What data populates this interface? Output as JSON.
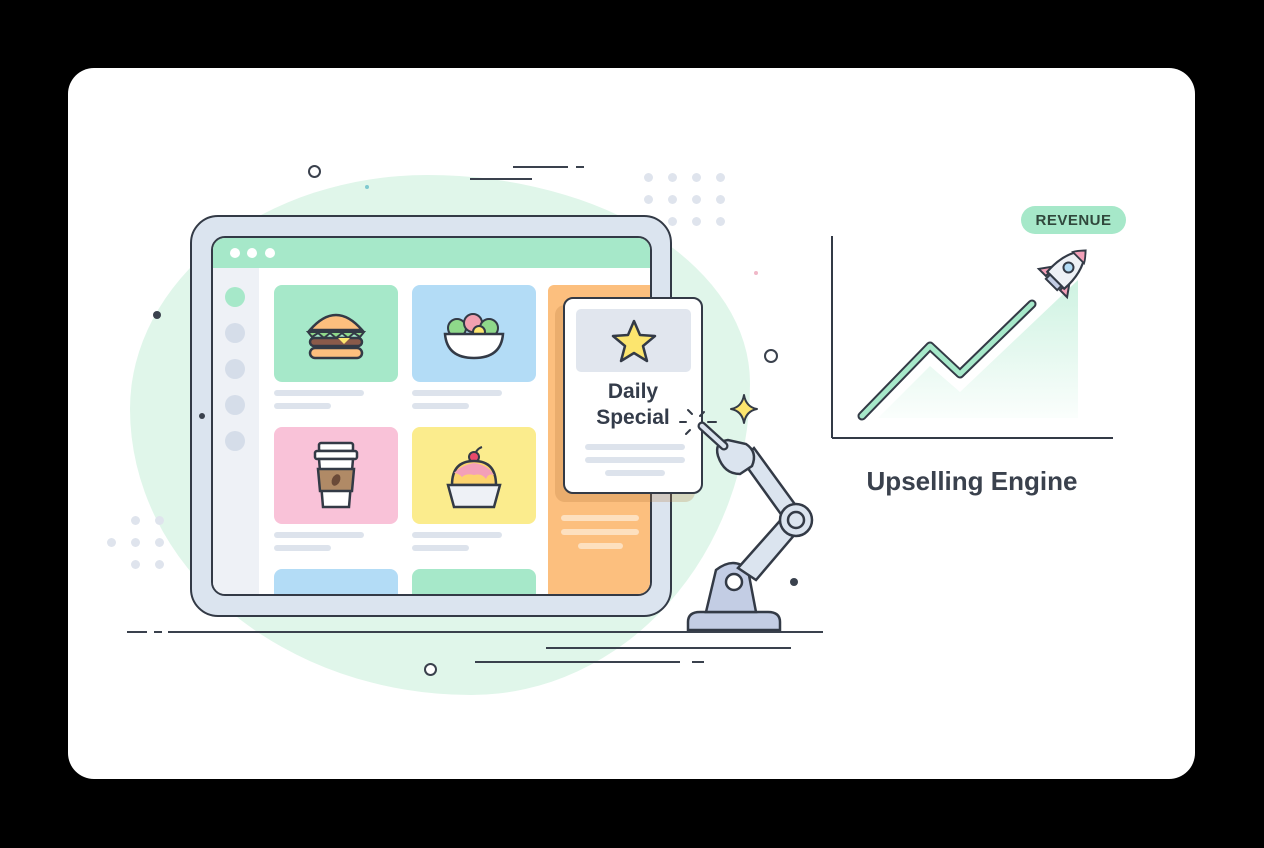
{
  "illustration": {
    "type": "restaurant-menu-upsell-illustration",
    "tablet": {
      "window_dots": 3,
      "sidebar_items": 5,
      "menu_items": [
        {
          "name": "burger",
          "icon": "burger-icon",
          "color": "#a6e8c9"
        },
        {
          "name": "salad",
          "icon": "salad-bowl-icon",
          "color": "#b3dcf6"
        },
        {
          "name": "coffee",
          "icon": "coffee-cup-icon",
          "color": "#f9c2d8"
        },
        {
          "name": "dessert",
          "icon": "cupcake-icon",
          "color": "#fbec8d"
        },
        {
          "name": "item-5",
          "icon": "",
          "color": "#b3dcf6"
        },
        {
          "name": "item-6",
          "icon": "",
          "color": "#a6e8c9"
        }
      ]
    },
    "special_card": {
      "title_line1": "Daily",
      "title_line2": "Special",
      "icon": "star-icon"
    },
    "robot_arm": {
      "icon": "robot-arm-icon"
    },
    "sparkle": {
      "icon": "sparkle-icon"
    }
  },
  "chart_panel": {
    "badge": "REVENUE",
    "caption": "Upselling Engine",
    "icon": "rocket-icon"
  },
  "colors": {
    "accent_green": "#a6e8c9",
    "outline": "#333a46",
    "orange_panel": "#fcbf7e",
    "background_blob": "#dcf5e7"
  }
}
